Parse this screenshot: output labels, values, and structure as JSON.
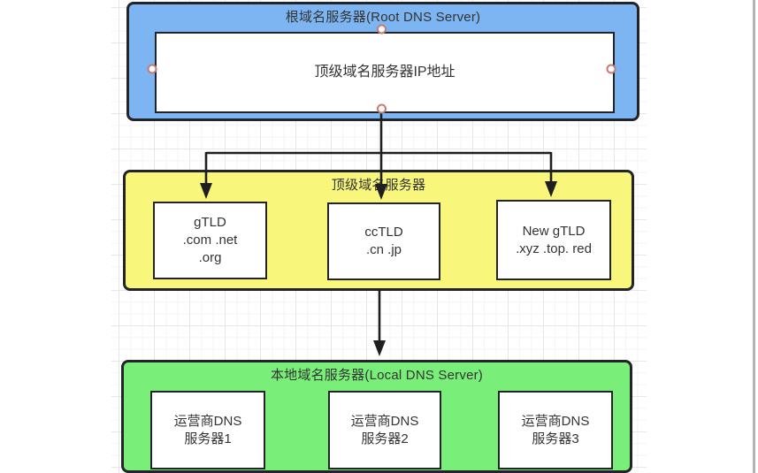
{
  "canvas": {
    "grid": "on",
    "colors": {
      "root_fill": "#7cb5f2",
      "tld_fill": "#f9f77b",
      "local_fill": "#79ef79",
      "shape_border": "#23232a",
      "arrow": "#1f1f1f",
      "handle_ring": "#c87a72",
      "right_divider": "#b3b3b3"
    }
  },
  "diagram": {
    "root_group": {
      "title": "根域名服务器(Root DNS Server)",
      "node": {
        "lines": [
          "顶级域名服务器IP地址"
        ]
      }
    },
    "tld_group": {
      "title": "顶级域名服务器",
      "nodes": [
        {
          "lines": [
            "gTLD",
            ".com .net",
            ".org"
          ]
        },
        {
          "lines": [
            "ccTLD",
            ".cn .jp"
          ]
        },
        {
          "lines": [
            "New gTLD",
            ".xyz .top. red"
          ]
        }
      ]
    },
    "local_group": {
      "title": "本地域名服务器(Local DNS Server)",
      "nodes": [
        {
          "lines": [
            "运营商DNS",
            "服务器1"
          ]
        },
        {
          "lines": [
            "运营商DNS",
            "服务器2"
          ]
        },
        {
          "lines": [
            "运营商DNS",
            "服务器3"
          ]
        }
      ]
    },
    "connections": [
      {
        "from": "root-node-bottom",
        "to": "tld-node-gtld"
      },
      {
        "from": "root-node-bottom",
        "to": "tld-node-cctld"
      },
      {
        "from": "root-node-bottom",
        "to": "tld-node-newgtld"
      },
      {
        "from": "tld-group-bottom",
        "to": "local-group-top"
      }
    ]
  }
}
